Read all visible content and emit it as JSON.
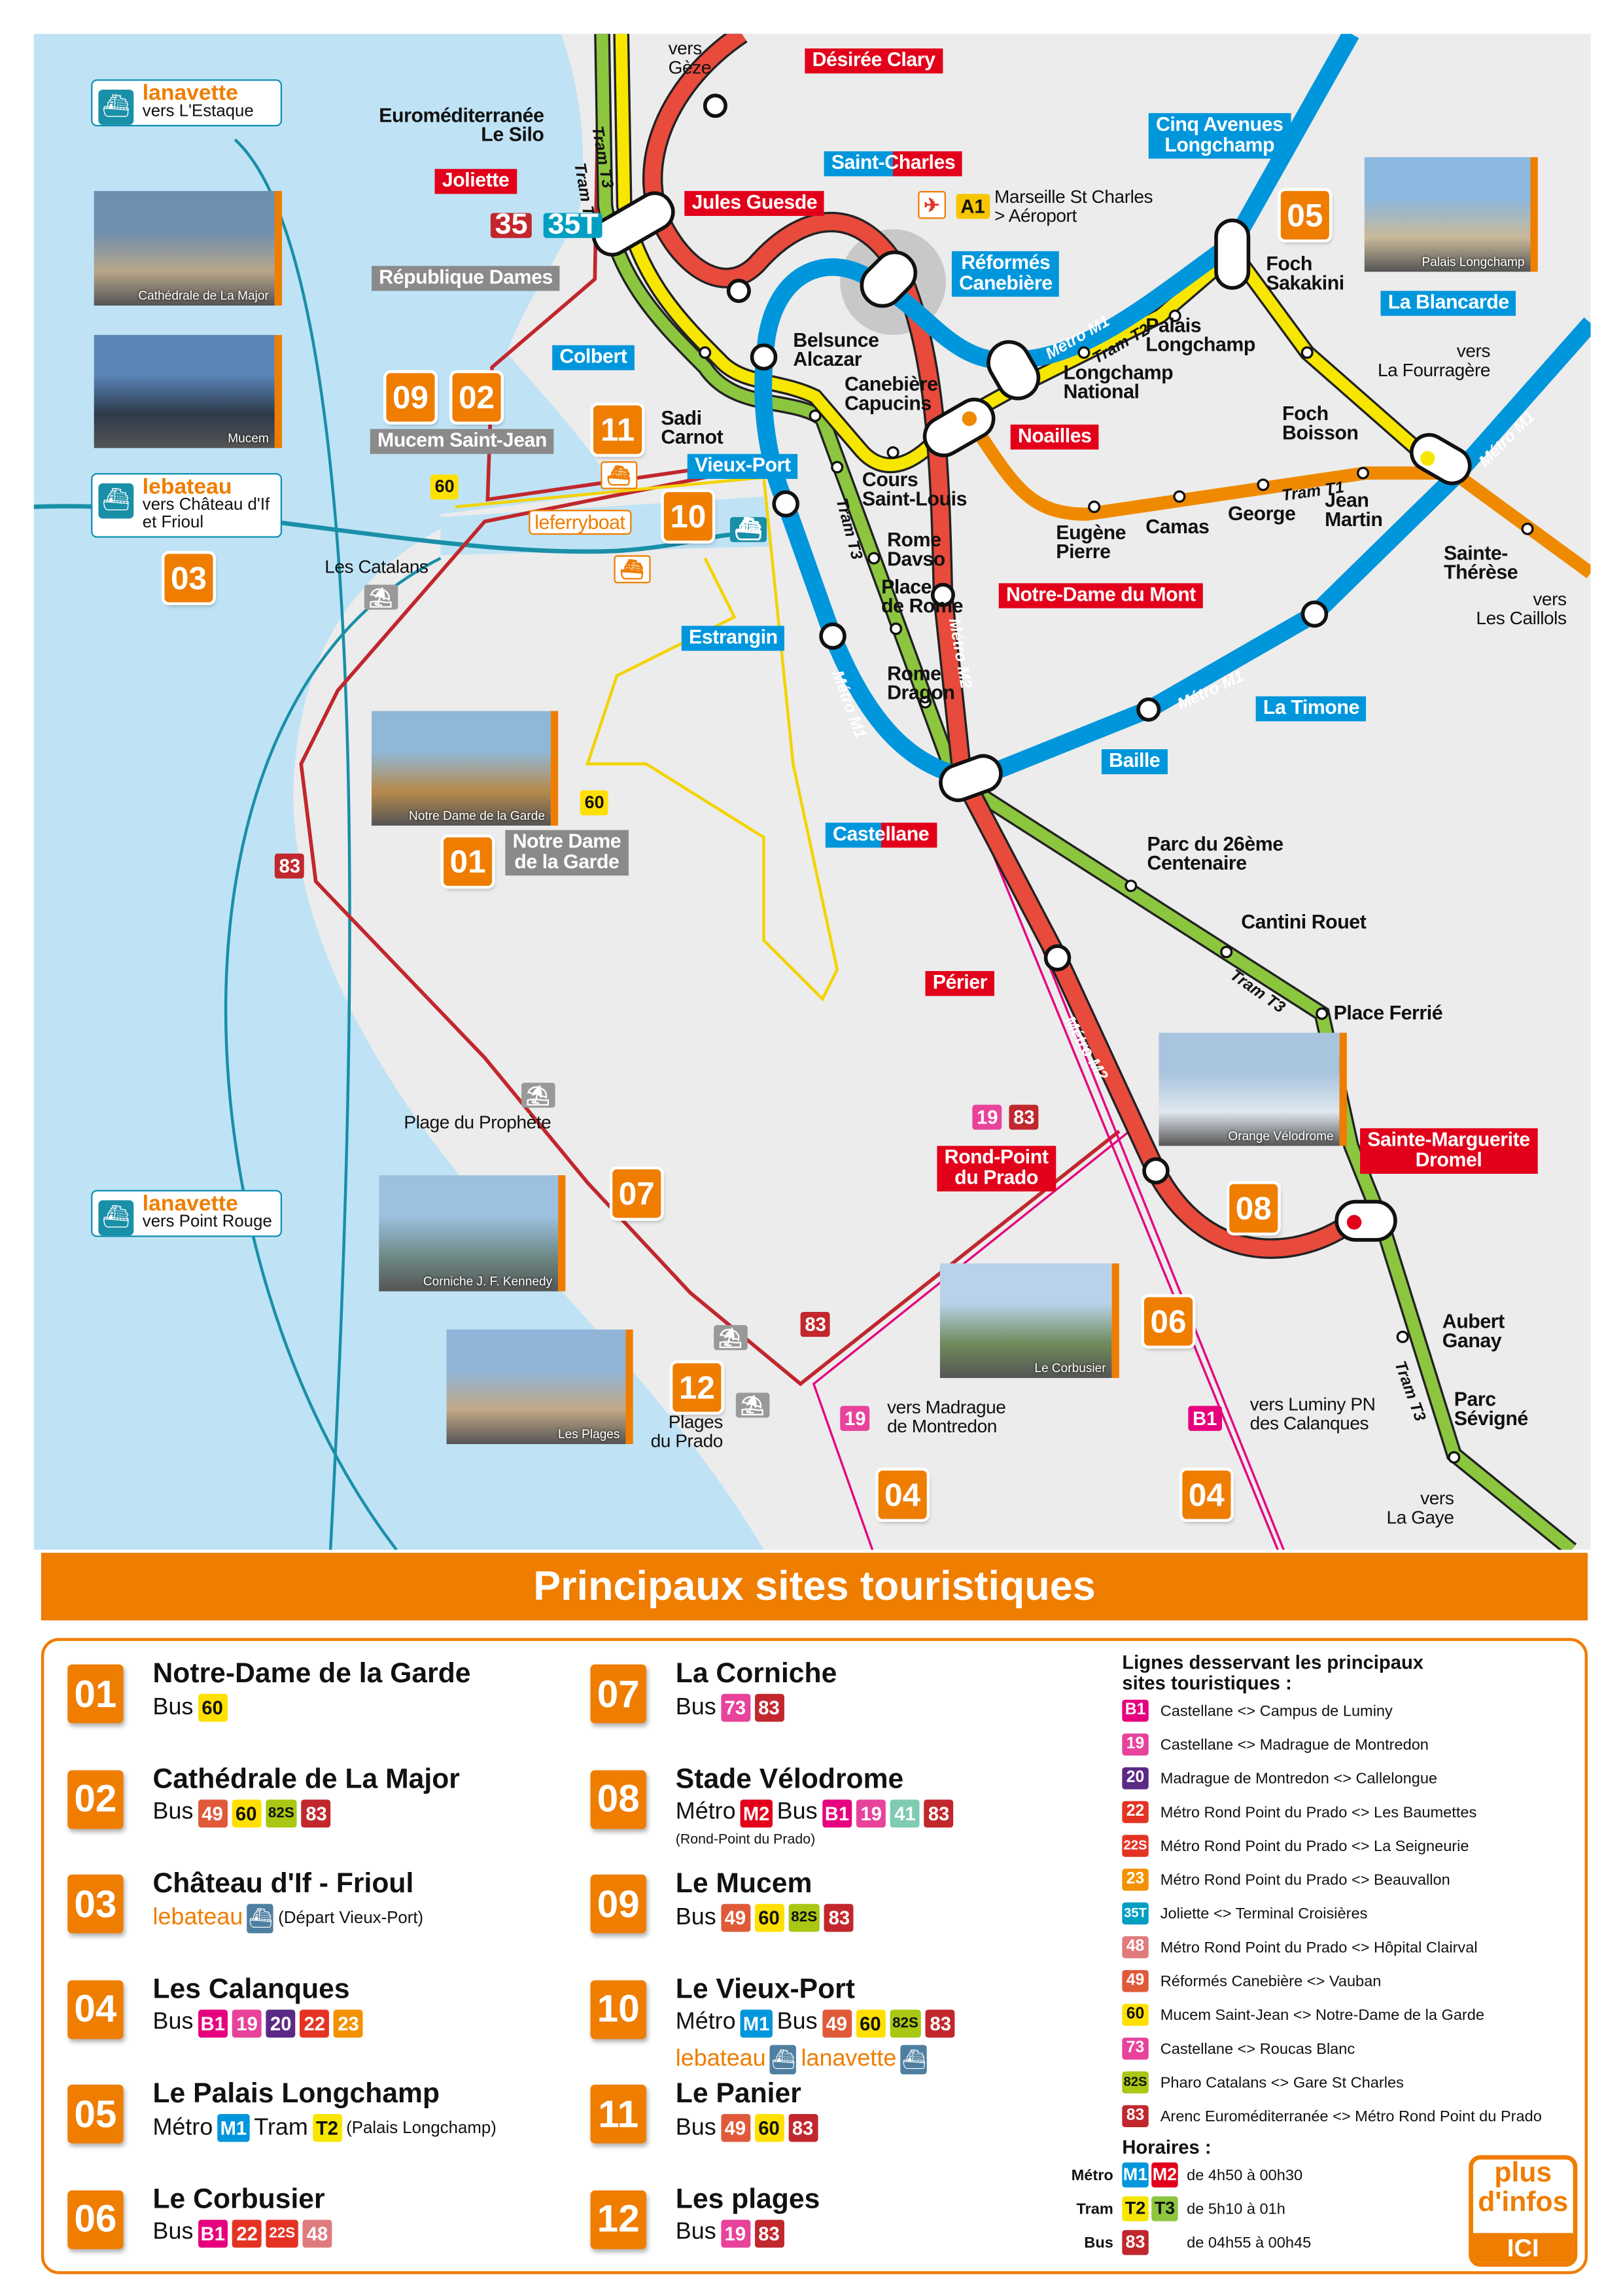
{
  "colors": {
    "accent": "#ef7d00",
    "sea": "#bfe3f5",
    "land": "#ececec",
    "metro_m1": "#0096dc",
    "metro_m2": "#e2001a",
    "tram_t1": "#ef8a00",
    "tram_t2": "#f7e600",
    "tram_t3": "#8cc63f",
    "bus_83": "#c1272d",
    "bus_60": "#f2d300",
    "bus_b1_19": "#e6007e",
    "boat": "#1a8fa8"
  },
  "badge_colors": {
    "B1": "#e6007e",
    "19": "#e8429b",
    "20": "#5b2a86",
    "22": "#e53323",
    "22S": "#e53323",
    "23": "#f39200",
    "35": "#c1272d",
    "35T": "#009fc2",
    "41": "#7fcbb3",
    "48": "#e07b7d",
    "49": "#e05a3a",
    "60": "#ffe000",
    "73": "#e8429b",
    "82S": "#a8c813",
    "83": "#c1272d",
    "M1": "#0096dc",
    "M2": "#e2001a",
    "T2": "#f7e600",
    "T3": "#8cc63f",
    "A1": "#f7c600"
  },
  "map": {
    "labels": {
      "vers_geze": "vers\nGèze",
      "desiree_clary": "Désirée Clary",
      "euromed": "Euroméditerranée\nLe Silo",
      "joliette": "Joliette",
      "jules_guesde": "Jules Guesde",
      "saint_charles": "Saint-Charles",
      "aeroport": "Marseille St Charles\n> Aéroport",
      "cinq_avenues": "Cinq Avenues\nLongchamp",
      "republique": "République Dames",
      "reformes": "Réformés\nCanebière",
      "foch_sakakini": "Foch\nSakakini",
      "blancarde": "La Blancarde",
      "fourragere": "vers\nLa Fourragère",
      "colbert": "Colbert",
      "belsunce": "Belsunce\nAlcazar",
      "palais_longchamp": "Palais\nLongchamp",
      "longchamp_national": "Longchamp\nNational",
      "capucins": "Canebière\nCapucins",
      "noailles": "Noailles",
      "foch_boisson": "Foch\nBoisson",
      "sadi_carnot": "Sadi\nCarnot",
      "mucem": "Mucem Saint-Jean",
      "vieux_port": "Vieux-Port",
      "cours_st_louis": "Cours\nSaint-Louis",
      "eugene_pierre": "Eugène\nPierre",
      "camas": "Camas",
      "george": "George",
      "jean_martin": "Jean\nMartin",
      "ste_therese": "Sainte-\nThérèse",
      "caillols": "vers\nLes Caillols",
      "catalans": "Les Catalans",
      "rome_davso": "Rome\nDavso",
      "place_rome": "Place\nde Rome",
      "nd_mont": "Notre-Dame du Mont",
      "estrangin": "Estrangin",
      "rome_dragon": "Rome\nDragon",
      "timone": "La Timone",
      "baille": "Baille",
      "castellane": "Castellane",
      "ndg": "Notre Dame\nde la Garde",
      "parc26": "Parc du 26ème\nCentenaire",
      "cantini": "Cantini Rouet",
      "perier": "Périer",
      "place_ferrie": "Place Ferrié",
      "prophete": "Plage du Prophète",
      "rond_point": "Rond-Point\ndu Prado",
      "ste_marguerite": "Sainte-Marguerite\nDromel",
      "plages_prado": "Plages\ndu Prado",
      "aubert_ganay": "Aubert\nGanay",
      "parc_sevigne": "Parc\nSévigné",
      "madrague": "vers Madrague\nde Montredon",
      "luminy": "vers Luminy PN\ndes Calanques",
      "la_gaye": "vers\nLa Gaye",
      "ferryboat": "leferryboat"
    },
    "line_labels": {
      "t2": "Tram T2",
      "t3": "Tram T3",
      "m1": "Métro M1",
      "m2": "Métro M2",
      "t1": "Tram T1"
    },
    "bus_badges": {
      "b35": "35",
      "b35t": "35T",
      "a1": "A1",
      "b60a": "60",
      "b60b": "60",
      "b83a": "83",
      "b19": "19",
      "b83b": "83",
      "b83c": "83",
      "b19b": "19",
      "b1": "B1"
    },
    "shuttles": [
      {
        "brand": "lanavette",
        "text": "vers L'Estaque"
      },
      {
        "brand": "lebateau",
        "text": "vers Château d'If\net Frioul"
      },
      {
        "brand": "lanavette",
        "text": "vers Point Rouge"
      }
    ],
    "photos": {
      "major": "Cathédrale de La Major",
      "mucem": "Mucem",
      "ndg": "Notre Dame de la Garde",
      "longchamp": "Palais Longchamp",
      "velodrome": "Orange Vélodrome",
      "corniche": "Corniche J. F. Kennedy",
      "plages": "Les Plages",
      "corbusier": "Le Corbusier"
    },
    "site_numbers": {
      "s01": "01",
      "s02": "02",
      "s03": "03",
      "s04a": "04",
      "s04b": "04",
      "s05": "05",
      "s06": "06",
      "s07": "07",
      "s08": "08",
      "s09": "09",
      "s10": "10",
      "s11": "11",
      "s12": "12"
    }
  },
  "banner": {
    "title": "Principaux sites touristiques"
  },
  "legend": {
    "sites": [
      {
        "num": "01",
        "name": "Notre-Dame de la Garde",
        "rows": [
          [
            {
              "type": "text",
              "value": "Bus"
            },
            {
              "type": "badge",
              "value": "60"
            }
          ]
        ]
      },
      {
        "num": "02",
        "name": "Cathédrale de La Major",
        "rows": [
          [
            {
              "type": "text",
              "value": "Bus"
            },
            {
              "type": "badge",
              "value": "49"
            },
            {
              "type": "badge",
              "value": "60"
            },
            {
              "type": "badge",
              "value": "82S"
            },
            {
              "type": "badge",
              "value": "83"
            }
          ]
        ]
      },
      {
        "num": "03",
        "name": "Château d'If - Frioul",
        "rows": [
          [
            {
              "type": "brand",
              "value": "lebateau"
            },
            {
              "type": "icon",
              "value": "boat-icon"
            },
            {
              "type": "note",
              "value": "(Départ Vieux-Port)"
            }
          ]
        ]
      },
      {
        "num": "04",
        "name": "Les Calanques",
        "rows": [
          [
            {
              "type": "text",
              "value": "Bus"
            },
            {
              "type": "badge",
              "value": "B1"
            },
            {
              "type": "badge",
              "value": "19"
            },
            {
              "type": "badge",
              "value": "20"
            },
            {
              "type": "badge",
              "value": "22"
            },
            {
              "type": "badge",
              "value": "23"
            }
          ]
        ]
      },
      {
        "num": "05",
        "name": "Le Palais Longchamp",
        "rows": [
          [
            {
              "type": "text",
              "value": "Métro"
            },
            {
              "type": "badge",
              "value": "M1"
            },
            {
              "type": "text",
              "value": "Tram"
            },
            {
              "type": "badge",
              "value": "T2"
            },
            {
              "type": "note",
              "value": "(Palais Longchamp)"
            }
          ]
        ]
      },
      {
        "num": "06",
        "name": "Le Corbusier",
        "rows": [
          [
            {
              "type": "text",
              "value": "Bus"
            },
            {
              "type": "badge",
              "value": "B1"
            },
            {
              "type": "badge",
              "value": "22"
            },
            {
              "type": "badge",
              "value": "22S"
            },
            {
              "type": "badge",
              "value": "48"
            }
          ]
        ]
      },
      {
        "num": "07",
        "name": "La Corniche",
        "rows": [
          [
            {
              "type": "text",
              "value": "Bus"
            },
            {
              "type": "badge",
              "value": "73"
            },
            {
              "type": "badge",
              "value": "83"
            }
          ]
        ]
      },
      {
        "num": "08",
        "name": "Stade Vélodrome",
        "rows": [
          [
            {
              "type": "text",
              "value": "Métro"
            },
            {
              "type": "badge",
              "value": "M2"
            },
            {
              "type": "text",
              "value": "Bus"
            },
            {
              "type": "badge",
              "value": "B1"
            },
            {
              "type": "badge",
              "value": "19"
            },
            {
              "type": "badge",
              "value": "41"
            },
            {
              "type": "badge",
              "value": "83"
            }
          ]
        ],
        "subnote": "(Rond-Point du Prado)"
      },
      {
        "num": "09",
        "name": "Le Mucem",
        "rows": [
          [
            {
              "type": "text",
              "value": "Bus"
            },
            {
              "type": "badge",
              "value": "49"
            },
            {
              "type": "badge",
              "value": "60"
            },
            {
              "type": "badge",
              "value": "82S"
            },
            {
              "type": "badge",
              "value": "83"
            }
          ]
        ]
      },
      {
        "num": "10",
        "name": "Le Vieux-Port",
        "rows": [
          [
            {
              "type": "text",
              "value": "Métro"
            },
            {
              "type": "badge",
              "value": "M1"
            },
            {
              "type": "text",
              "value": "Bus"
            },
            {
              "type": "badge",
              "value": "49"
            },
            {
              "type": "badge",
              "value": "60"
            },
            {
              "type": "badge",
              "value": "82S"
            },
            {
              "type": "badge",
              "value": "83"
            }
          ],
          [
            {
              "type": "brand",
              "value": "lebateau"
            },
            {
              "type": "icon",
              "value": "boat-icon"
            },
            {
              "type": "brand",
              "value": "lanavette"
            },
            {
              "type": "icon",
              "value": "boat-icon"
            }
          ]
        ]
      },
      {
        "num": "11",
        "name": "Le Panier",
        "rows": [
          [
            {
              "type": "text",
              "value": "Bus"
            },
            {
              "type": "badge",
              "value": "49"
            },
            {
              "type": "badge",
              "value": "60"
            },
            {
              "type": "badge",
              "value": "83"
            }
          ]
        ]
      },
      {
        "num": "12",
        "name": "Les plages",
        "rows": [
          [
            {
              "type": "text",
              "value": "Bus"
            },
            {
              "type": "badge",
              "value": "19"
            },
            {
              "type": "badge",
              "value": "83"
            }
          ]
        ]
      }
    ],
    "lines_title": "Lignes desservant les principaux\nsites touristiques :",
    "lines": [
      {
        "code": "B1",
        "desc": "Castellane <> Campus de Luminy"
      },
      {
        "code": "19",
        "desc": "Castellane <> Madrague de Montredon"
      },
      {
        "code": "20",
        "desc": "Madrague de Montredon <> Callelongue"
      },
      {
        "code": "22",
        "desc": "Métro Rond Point du Prado <> Les Baumettes"
      },
      {
        "code": "22S",
        "desc": "Métro Rond Point du Prado <> La Seigneurie"
      },
      {
        "code": "23",
        "desc": "Métro Rond Point du Prado <> Beauvallon"
      },
      {
        "code": "35T",
        "desc": "Joliette <> Terminal Croisières"
      },
      {
        "code": "48",
        "desc": "Métro Rond Point du Prado <>  Hôpital Clairval"
      },
      {
        "code": "49",
        "desc": "Réformés Canebière <>  Vauban"
      },
      {
        "code": "60",
        "desc": "Mucem Saint-Jean <> Notre-Dame de la Garde"
      },
      {
        "code": "73",
        "desc": "Castellane <> Roucas Blanc"
      },
      {
        "code": "82S",
        "desc": "Pharo Catalans <> Gare St Charles"
      },
      {
        "code": "83",
        "desc": "Arenc Euroméditerranée <> Métro Rond Point du Prado"
      }
    ],
    "hours_title": "Horaires :",
    "hours": [
      {
        "mode": "Métro",
        "codes": [
          "M1",
          "M2"
        ],
        "time": "de 4h50 à 00h30"
      },
      {
        "mode": "Tram",
        "codes": [
          "T2",
          "T3"
        ],
        "time": "de 5h10 à 01h"
      },
      {
        "mode": "Bus",
        "codes": [
          "83"
        ],
        "time": "de 04h55 à 00h45"
      }
    ],
    "more_info": {
      "line1": "plus",
      "line2": "d'infos",
      "button": "ICI"
    }
  }
}
